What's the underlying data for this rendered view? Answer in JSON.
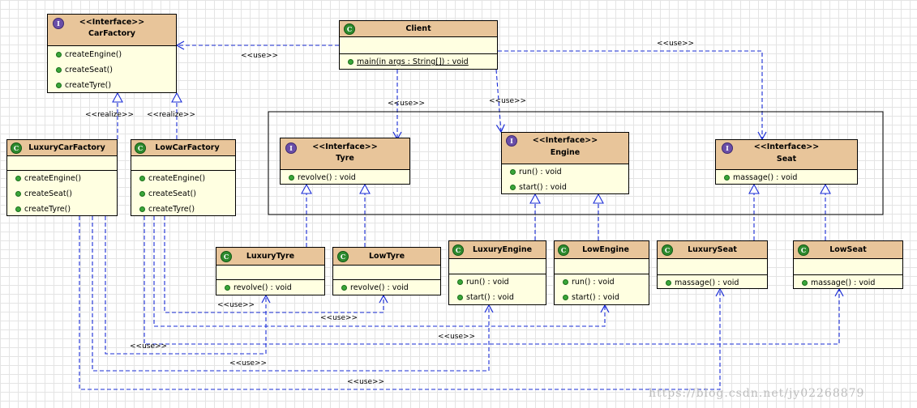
{
  "classes": {
    "carfactory": {
      "stereo": "<<Interface>>",
      "name": "CarFactory",
      "ops": [
        "createEngine()",
        "createSeat()",
        "createTyre()"
      ]
    },
    "client": {
      "name": "Client",
      "ops": [
        "main(in args : String[]) : void"
      ]
    },
    "luxurycarfactory": {
      "name": "LuxuryCarFactory",
      "ops": [
        "createEngine()",
        "createSeat()",
        "createTyre()"
      ]
    },
    "lowcarfactory": {
      "name": "LowCarFactory",
      "ops": [
        "createEngine()",
        "createSeat()",
        "createTyre()"
      ]
    },
    "tyre": {
      "stereo": "<<Interface>>",
      "name": "Tyre",
      "ops": [
        "revolve() : void"
      ]
    },
    "engine": {
      "stereo": "<<Interface>>",
      "name": "Engine",
      "ops": [
        "run() : void",
        "start() : void"
      ]
    },
    "seat": {
      "stereo": "<<Interface>>",
      "name": "Seat",
      "ops": [
        "massage() : void"
      ]
    },
    "luxurytyre": {
      "name": "LuxuryTyre",
      "ops": [
        "revolve() : void"
      ]
    },
    "lowtyre": {
      "name": "LowTyre",
      "ops": [
        "revolve() : void"
      ]
    },
    "luxuryengine": {
      "name": "LuxuryEngine",
      "ops": [
        "run() : void",
        "start() : void"
      ]
    },
    "lowengine": {
      "name": "LowEngine",
      "ops": [
        "run() : void",
        "start() : void"
      ]
    },
    "luxuryseat": {
      "name": "LuxurySeat",
      "ops": [
        "massage() : void"
      ]
    },
    "lowseat": {
      "name": "LowSeat",
      "ops": [
        "massage() : void"
      ]
    }
  },
  "labels": {
    "use": "<<use>>",
    "realize": "<<realize>>"
  },
  "badges": {
    "class": "C",
    "interface": "I"
  },
  "watermark": "https://blog.csdn.net/jy02268879"
}
